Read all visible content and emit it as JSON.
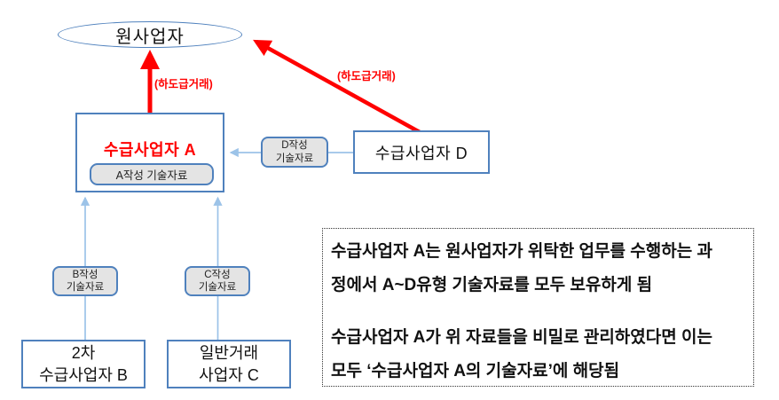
{
  "colors": {
    "box_border": "#4f81bd",
    "connector_blue": "#9cc3e8",
    "arrow_red": "#ff0000",
    "chip_fill": "#e4e4e4",
    "sub_a_title_red": "#ff0000",
    "text": "#111111"
  },
  "nodes": {
    "prime": {
      "label": "원사업자"
    },
    "sub_a": {
      "title": "수급사업자 A",
      "doc_chip": "A작성 기술자료"
    },
    "sub_d": {
      "label": "수급사업자 D"
    },
    "sub_b": {
      "label": "2차\n수급사업자 B"
    },
    "sub_c": {
      "label": "일반거래\n사업자 C"
    }
  },
  "doc_chips": {
    "d": "D작성\n기술자료",
    "b": "B작성\n기술자료",
    "c": "C작성\n기술자료"
  },
  "arrow_labels": {
    "left": "(하도급거래)",
    "right": "(하도급거래)"
  },
  "note": {
    "para1": [
      "수급사업자 A는 원사업자가 위탁한 업무를 수행하는 과",
      "정에서 A~D유형 기술자료를 모두 보유하게 됨"
    ],
    "para2": [
      "수급사업자 A가 위 자료들을 비밀로 관리하였다면 이는",
      "모두 ‘수급사업자 A의 기술자료’에 해당됨"
    ]
  }
}
